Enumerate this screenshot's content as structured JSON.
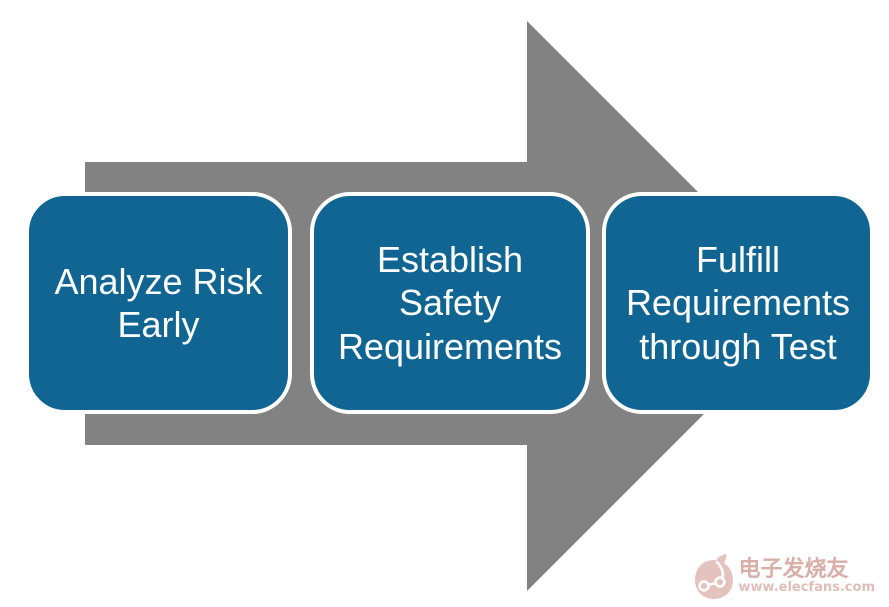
{
  "diagram": {
    "type": "process-flow-arrow",
    "steps": [
      {
        "label": "Analyze Risk\nEarly"
      },
      {
        "label": "Establish\nSafety\nRequirements"
      },
      {
        "label": "Fulfill\nRequirements\nthrough Test"
      }
    ],
    "colors": {
      "arrow_fill": "#828282",
      "box_fill": "#106593",
      "box_border": "#ffffff",
      "text": "#ffffff"
    }
  },
  "watermark": {
    "logo_icon": "circuit-trace-logo-icon",
    "brand": "电子发烧友",
    "url": "www.elecfans.com",
    "color": "#cf9a93"
  }
}
